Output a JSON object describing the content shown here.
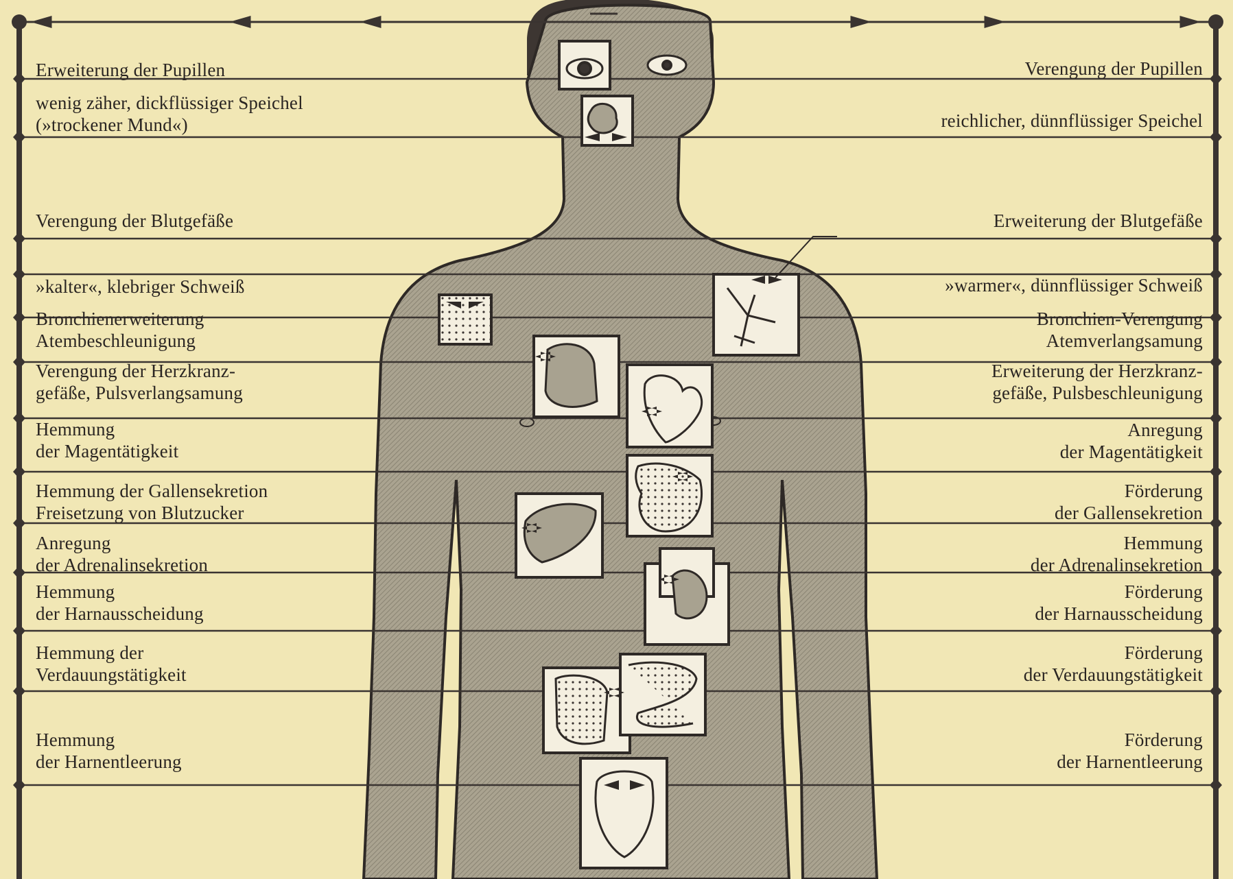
{
  "diagram": {
    "rows": [
      {
        "left": "Erweiterung der Pupillen",
        "right": "Verengung der Pupillen"
      },
      {
        "left": "wenig zäher, dickflüssiger Speichel\n(»trockener Mund«)",
        "right": "reichlicher, dünnflüssiger Speichel"
      },
      {
        "left": "Verengung der Blutgefäße",
        "right": "Erweiterung der Blutgefäße"
      },
      {
        "left": "»kalter«, klebriger Schweiß",
        "right": "»warmer«, dünnflüssiger Schweiß"
      },
      {
        "left": "Bronchienerweiterung\nAtembeschleunigung",
        "right": "Bronchien-Verengung\nAtemverlangsamung"
      },
      {
        "left": "Verengung der Herzkranz-\ngefäße, Pulsverlangsamung",
        "right": "Erweiterung der Herzkranz-\ngefäße, Pulsbeschleunigung"
      },
      {
        "left": "Hemmung\nder Magentätigkeit",
        "right": "Anregung\nder Magentätigkeit"
      },
      {
        "left": "Hemmung der Gallensekretion\nFreisetzung von Blutzucker",
        "right": "Förderung\nder Gallensekretion"
      },
      {
        "left": "Anregung\nder Adrenalinsekretion",
        "right": "Hemmung\nder Adrenalinsekretion"
      },
      {
        "left": "Hemmung\nder Harnausscheidung",
        "right": "Förderung\nder Harnausscheidung"
      },
      {
        "left": "Hemmung der\nVerdauungstätigkeit",
        "right": "Förderung\nder Verdauungstätigkeit"
      },
      {
        "left": "Hemmung\nder Harnentleerung",
        "right": "Förderung\nder Harnentleerung"
      }
    ],
    "organs": [
      "eye-icon",
      "salivary-gland-icon",
      "skin-pore-icon",
      "lung-icon",
      "bronchi-icon",
      "heart-icon",
      "stomach-icon",
      "liver-icon",
      "kidney-icon",
      "colon-icon",
      "small-intestine-icon",
      "bladder-icon"
    ],
    "colors": {
      "background": "#f1e7b5",
      "body_fill": "#a8a290",
      "line": "#3a3431",
      "box_fill": "#f4efe0"
    }
  }
}
